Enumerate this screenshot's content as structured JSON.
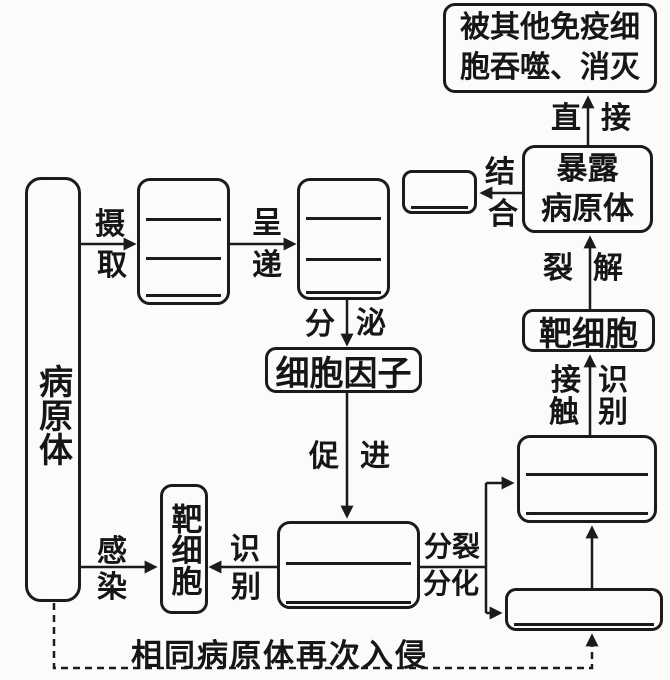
{
  "colors": {
    "ink": "#1b1b1b",
    "paper": "#fbfbf9"
  },
  "nodes": {
    "pathogen": "病原体",
    "cytokine": "细胞因子",
    "destroyed_line1": "被其他免疫细",
    "destroyed_line2": "胞吞噬、消灭",
    "exposed_line1": "暴露",
    "exposed_line2": "病原体",
    "target_cell_top": "靶细胞",
    "target_cell_left": "靶细胞",
    "blank_box_count": 6
  },
  "labels": {
    "ingest": [
      "摄",
      "取"
    ],
    "present": [
      "呈",
      "递"
    ],
    "secrete": [
      "分",
      "泌"
    ],
    "promote": [
      "促",
      "进"
    ],
    "infect": [
      "感",
      "染"
    ],
    "recognize_left": [
      "识",
      "别"
    ],
    "divide": [
      "分裂",
      "分化"
    ],
    "contact": [
      "接",
      "触"
    ],
    "recognize_right": [
      "识",
      "别"
    ],
    "lyse": [
      "裂",
      "解"
    ],
    "bind": [
      "结",
      "合"
    ],
    "direct": [
      "直",
      "接"
    ],
    "caption": "相同病原体再次入侵"
  }
}
